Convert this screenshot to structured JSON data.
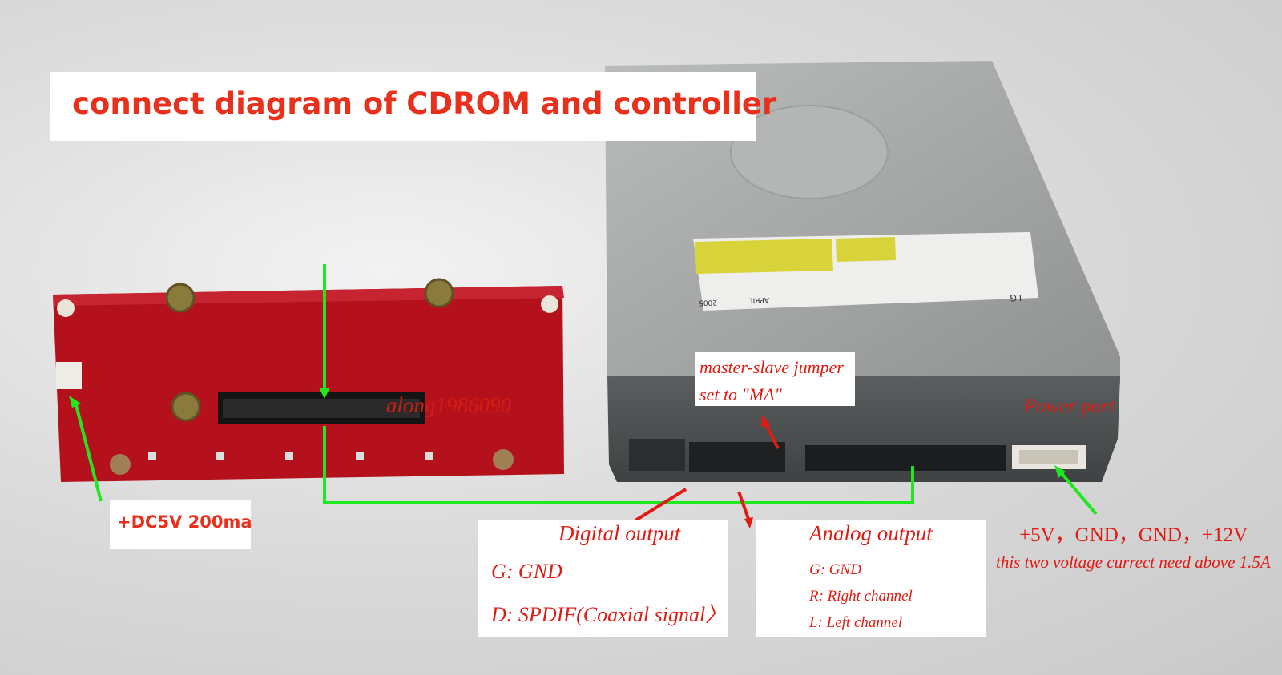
{
  "title": "connect diagram of CDROM and controller",
  "watermark": "along1986090",
  "labels": {
    "power_supply": "+DC5V 200ma",
    "jumper_line1": "master-slave jumper",
    "jumper_line2": "set to \"MA\"",
    "power_port": "Power port",
    "voltages": "+5V，GND，GND，+12V",
    "voltage_note": "this two voltage currect need above 1.5A"
  },
  "digital_output": {
    "heading": "Digital output",
    "lines": [
      "G: GND",
      "D: SPDIF(Coaxial signal〉"
    ]
  },
  "analog_output": {
    "heading": "Analog output",
    "lines": [
      "G: GND",
      "R: Right channel",
      "L: Left channel"
    ]
  },
  "drive_markings": {
    "brand": "LG",
    "date": "2005",
    "month": "APRIL"
  },
  "colors": {
    "label_red": "#e01b14",
    "title_red": "#e8301c",
    "arrow_green": "#1ee81e",
    "board_red": "#b5111c",
    "drive_gray": "#a7aaa9"
  }
}
